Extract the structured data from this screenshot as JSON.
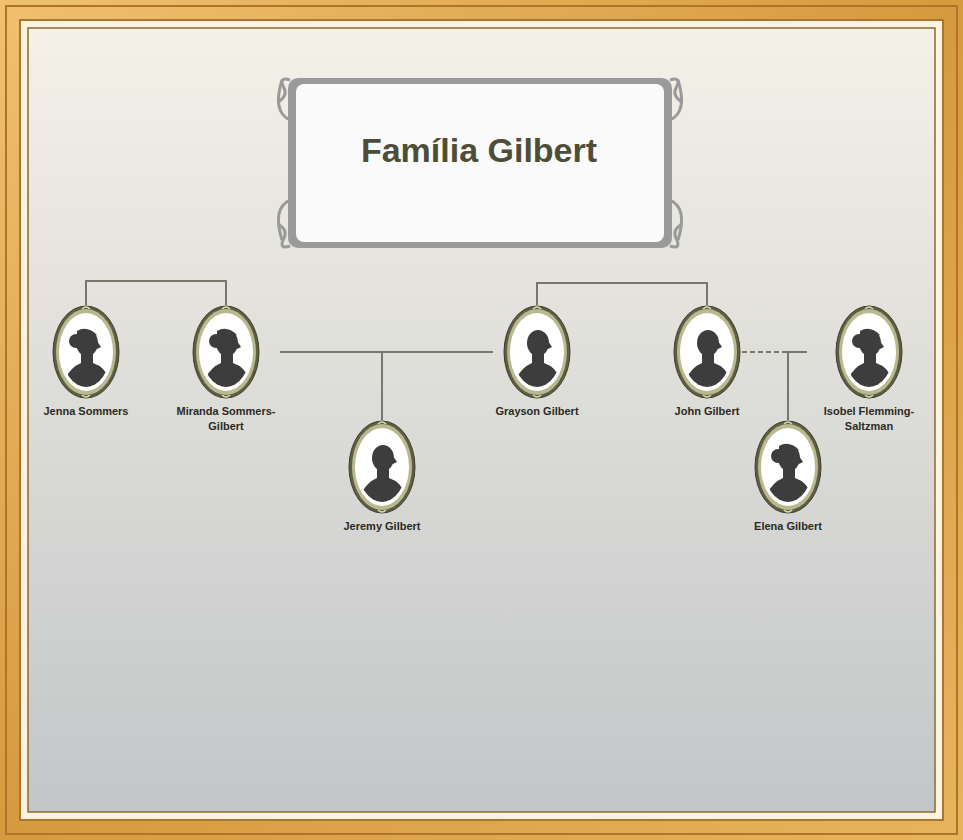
{
  "diagram": {
    "title": "Família Gilbert",
    "nodes": [
      {
        "text": [
          "Jenna Sommers"
        ]
      },
      {
        "text": [
          "Miranda Sommers-Gilbert"
        ]
      },
      {
        "text": [
          "Grayson Gilbert"
        ]
      },
      {
        "text": [
          "John Gilbert"
        ]
      },
      {
        "text": [
          "Isobel Flemming-Saltzman"
        ]
      },
      {
        "text": [
          "Jeremy Gilbert"
        ]
      },
      {
        "text": [
          "Elena Gilbert"
        ]
      }
    ],
    "edges": [
      {
        "from": 0,
        "to": 1,
        "arrow": "none"
      },
      {
        "from": 2,
        "to": 3,
        "arrow": "none"
      },
      {
        "from": 1,
        "to": 2,
        "arrow": "none"
      },
      {
        "from": 1,
        "to": 5,
        "arrow": "none"
      },
      {
        "from": 2,
        "to": 5,
        "arrow": "none"
      },
      {
        "from": 3,
        "to": 4,
        "arrow": "none"
      },
      {
        "from": 3,
        "to": 6,
        "arrow": "none"
      },
      {
        "from": 4,
        "to": 6,
        "arrow": "none"
      }
    ]
  }
}
